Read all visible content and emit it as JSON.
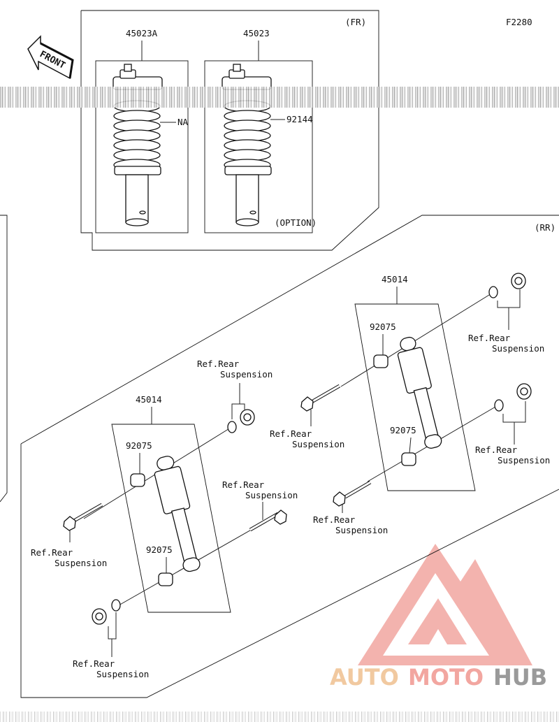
{
  "diagram": {
    "code": "F2280",
    "front_label": "FRONT",
    "front_section": {
      "title": "(FR)",
      "part_left": "45023A",
      "part_right": "45023",
      "spring_left": "NA",
      "spring_right": "92144",
      "option_note": "(OPTION)"
    },
    "rear_section": {
      "title": "(RR)",
      "shock_upper": "45014",
      "shock_lower": "45014",
      "bushing": "92075",
      "ref_line1": "Ref.Rear",
      "ref_line2": "Suspension"
    }
  },
  "watermark": {
    "brand_auto": "AUTO",
    "brand_moto": "MOTO",
    "brand_hub": "HUB",
    "color_auto": "#f1c9a0",
    "color_moto": "#f2a6a0",
    "color_hub": "#9a9a9a"
  }
}
